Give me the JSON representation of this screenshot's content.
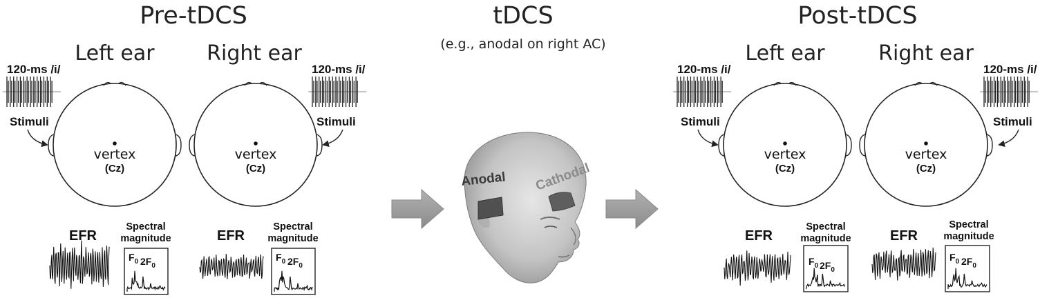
{
  "pre": {
    "title": "Pre-tDCS",
    "left_ear": "Left ear",
    "right_ear": "Right ear",
    "stim_left": "120-ms /i/",
    "stim_right": "120-ms /i/",
    "stimuli_left": "Stimuli",
    "stimuli_right": "Stimuli",
    "vertex": "vertex",
    "cz": "(Cz)",
    "efr": "EFR",
    "spectral_1": "Spectral",
    "spectral_2": "magnitude",
    "f0": "F",
    "f0_sub": "0",
    "f2": "2F",
    "f2_sub": "0"
  },
  "tdcs": {
    "title": "tDCS",
    "subtitle": "(e.g., anodal on right AC)",
    "anodal": "Anodal",
    "cathodal": "Cathodal"
  },
  "post": {
    "title": "Post-tDCS",
    "left_ear": "Left ear",
    "right_ear": "Right ear",
    "stim_left": "120-ms /i/",
    "stim_right": "120-ms /i/",
    "stimuli_left": "Stimuli",
    "stimuli_right": "Stimuli",
    "vertex": "vertex",
    "cz": "(Cz)",
    "efr": "EFR",
    "spectral_1": "Spectral",
    "spectral_2": "magnitude",
    "f0": "F",
    "f0_sub": "0",
    "f2": "2F",
    "f2_sub": "0"
  },
  "colors": {
    "arrow": "#9a9a9a",
    "head_skin": "#c8c8c8",
    "electrode": "#555555",
    "anodal_text": "#3a3a3a",
    "cathodal_text": "#8a8a8a"
  }
}
